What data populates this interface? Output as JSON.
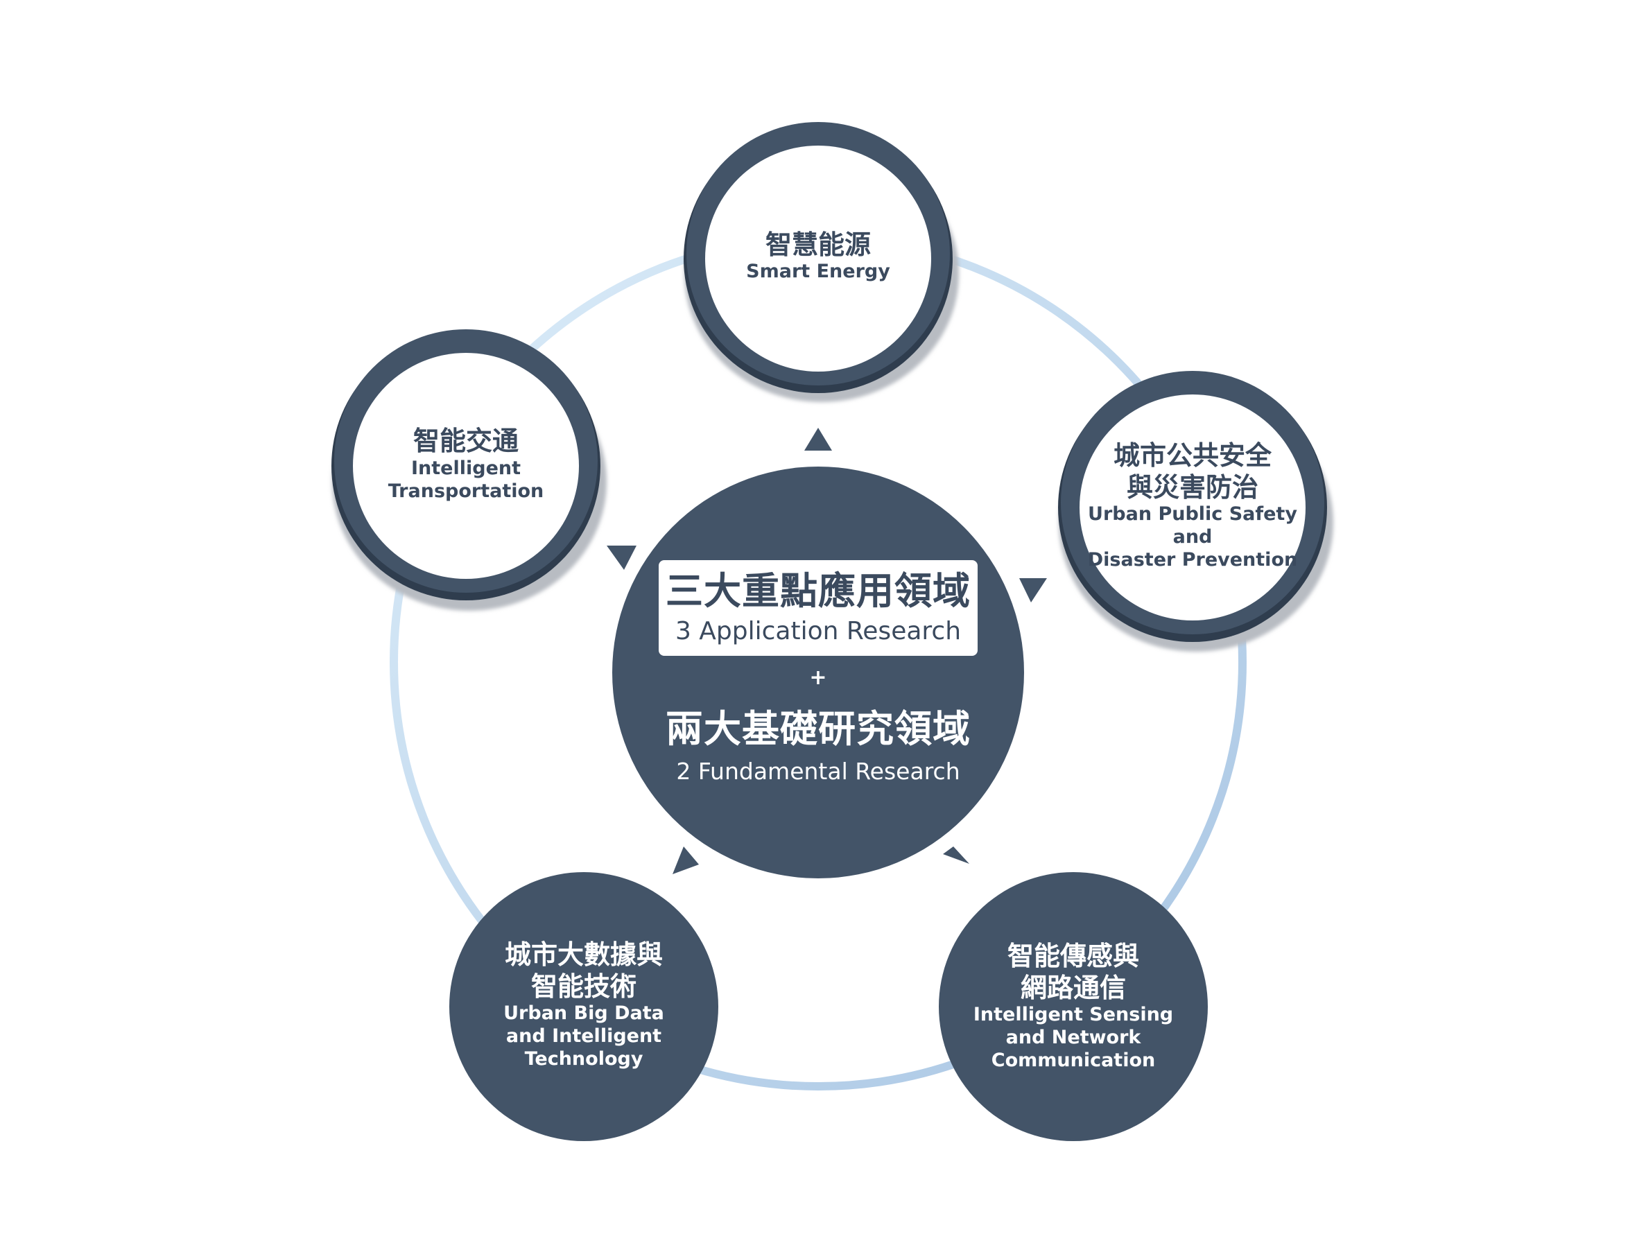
{
  "center": {
    "application_zh": "三大重點應用領域",
    "application_en": "3 Application Research",
    "plus": "+",
    "fundamental_zh": "兩大基礎研究領域",
    "fundamental_en": "2 Fundamental Research"
  },
  "nodes": {
    "smart_energy": {
      "zh": "智慧能源",
      "en": "Smart Energy"
    },
    "transportation": {
      "zh": "智能交通",
      "en_1": "Intelligent",
      "en_2": "Transportation"
    },
    "public_safety": {
      "zh_1": "城市公共安全",
      "zh_2": "與災害防治",
      "en_1": "Urban Public Safety",
      "en_2": "and",
      "en_3": "Disaster Prevention"
    },
    "big_data": {
      "zh_1": "城市大數據與",
      "zh_2": "智能技術",
      "en_1": "Urban Big Data",
      "en_2": "and Intelligent",
      "en_3": "Technology"
    },
    "sensing": {
      "zh_1": "智能傳感與",
      "zh_2": "網路通信",
      "en_1": "Intelligent Sensing",
      "en_2": "and Network",
      "en_3": "Communication"
    }
  },
  "colors": {
    "navy": "#435468",
    "navy_dark": "#2f3d4e",
    "ring_light": "#d6eaf8",
    "ring_mid": "#a9c7e4",
    "white": "#ffffff"
  }
}
